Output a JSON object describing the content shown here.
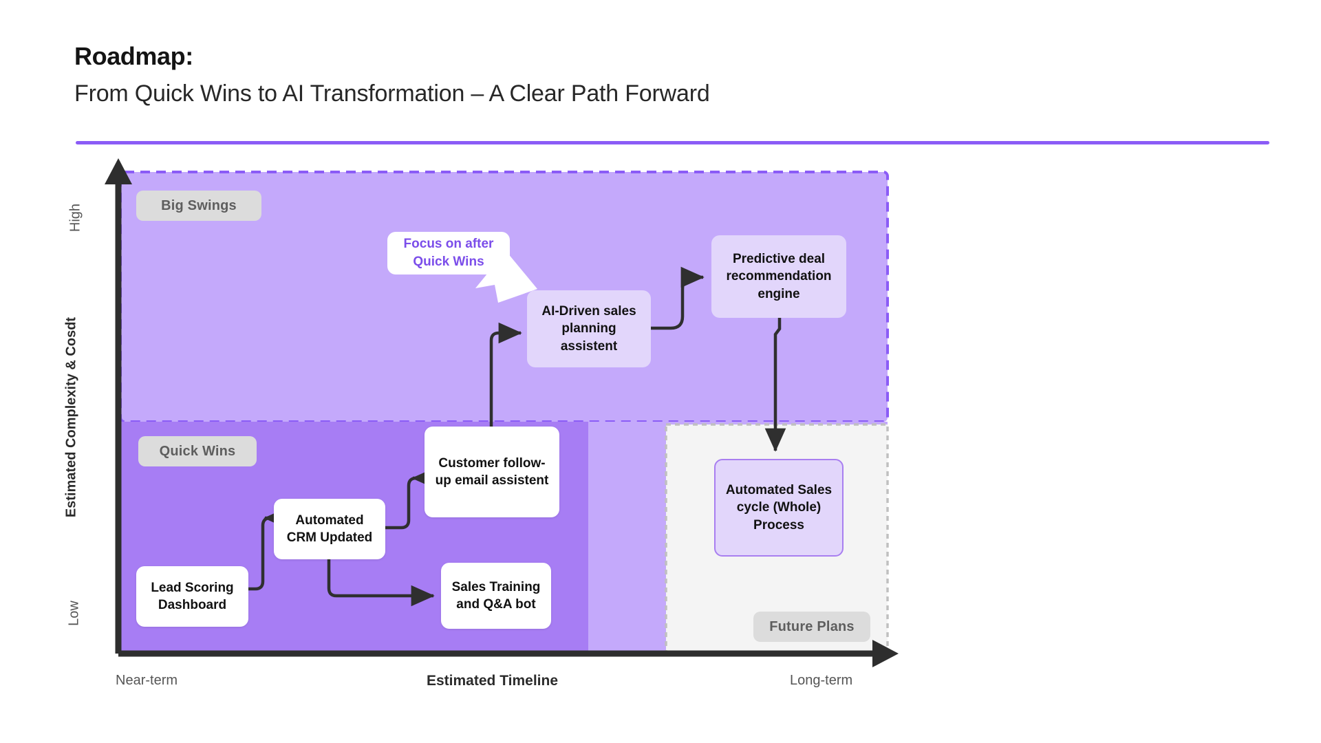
{
  "header": {
    "title": "Roadmap:",
    "subtitle": "From Quick Wins to AI Transformation – A Clear Path Forward",
    "accent_color": "#8B5CF6"
  },
  "chart_data": {
    "type": "scatter",
    "title": "Roadmap: From Quick Wins to AI Transformation – A Clear Path Forward",
    "xlabel": "Estimated Timeline",
    "ylabel": "Estimated Complexity & Cosdt",
    "xticks": [
      "Near-term",
      "Long-term"
    ],
    "yticks": [
      "Low",
      "High"
    ],
    "grid": false,
    "legend": "none",
    "zones": [
      {
        "name": "Quick Wins",
        "label": "Quick Wins",
        "fill": "#A77DF4",
        "x_range": [
          "Near-term",
          "mid"
        ],
        "y_range": [
          "Low",
          "mid"
        ]
      },
      {
        "name": "Big Swings",
        "label": "Big Swings",
        "fill": "#C4A9FB",
        "border": "dashed",
        "border_color": "#8B5CF6",
        "x_range": [
          "Near-term",
          "Long-term"
        ],
        "y_range": [
          "mid",
          "High"
        ]
      },
      {
        "name": "Future Plans",
        "label": "Future Plans",
        "fill": "#F4F4F4",
        "border": "dashed",
        "border_color": "#bdbdbd",
        "x_range": [
          "late",
          "Long-term"
        ],
        "y_range": [
          "Low",
          "mid"
        ]
      }
    ],
    "nodes": [
      {
        "id": "lead-scoring",
        "label": "Lead Scoring Dashboard",
        "zone": "Quick Wins",
        "style": "white",
        "x": 0.08,
        "y": 0.12
      },
      {
        "id": "automated-crm",
        "label": "Automated CRM Updated",
        "zone": "Quick Wins",
        "style": "white",
        "x": 0.23,
        "y": 0.26
      },
      {
        "id": "customer-followup",
        "label": "Customer follow-up email assistent",
        "zone": "Quick Wins",
        "style": "white",
        "x": 0.4,
        "y": 0.4
      },
      {
        "id": "sales-training",
        "label": "Sales Training and Q&A bot",
        "zone": "Quick Wins",
        "style": "white",
        "x": 0.4,
        "y": 0.13
      },
      {
        "id": "ai-driven",
        "label": "AI-Driven sales planning assistent",
        "zone": "Big Swings",
        "style": "lavender",
        "x": 0.5,
        "y": 0.62
      },
      {
        "id": "predictive-deal",
        "label": "Predictive deal recommendation engine",
        "zone": "Big Swings",
        "style": "lavender",
        "x": 0.7,
        "y": 0.77
      },
      {
        "id": "automated-cycle",
        "label": "Automated Sales cycle (Whole) Process",
        "zone": "Future Plans",
        "style": "lavender-outline",
        "x": 0.7,
        "y": 0.22
      }
    ],
    "edges": [
      {
        "from": "lead-scoring",
        "to": "automated-crm"
      },
      {
        "from": "automated-crm",
        "to": "customer-followup"
      },
      {
        "from": "automated-crm",
        "to": "sales-training"
      },
      {
        "from": "customer-followup",
        "to": "ai-driven"
      },
      {
        "from": "ai-driven",
        "to": "predictive-deal"
      },
      {
        "from": "predictive-deal",
        "to": "automated-cycle"
      }
    ],
    "annotations": [
      {
        "id": "focus-callout",
        "text": "Focus on after Quick Wins",
        "points_to": "ai-driven",
        "text_color": "#7B4DEA"
      }
    ]
  },
  "axis": {
    "y_title": "Estimated Complexity & Cosdt",
    "y_high": "High",
    "y_low": "Low",
    "x_title": "Estimated Timeline",
    "x_near": "Near-term",
    "x_long": "Long-term"
  },
  "zones": {
    "big_swings": "Big Swings",
    "quick_wins": "Quick Wins",
    "future_plans": "Future Plans"
  },
  "nodes": {
    "lead_scoring": "Lead Scoring Dashboard",
    "automated_crm": "Automated CRM Updated",
    "customer_followup": "Customer follow-up email assistent",
    "sales_training": "Sales Training and Q&A bot",
    "ai_driven": "AI-Driven sales planning assistent",
    "predictive_deal": "Predictive deal recommendation engine",
    "automated_cycle": "Automated Sales cycle (Whole) Process"
  },
  "callout": {
    "text": "Focus on after Quick Wins"
  }
}
